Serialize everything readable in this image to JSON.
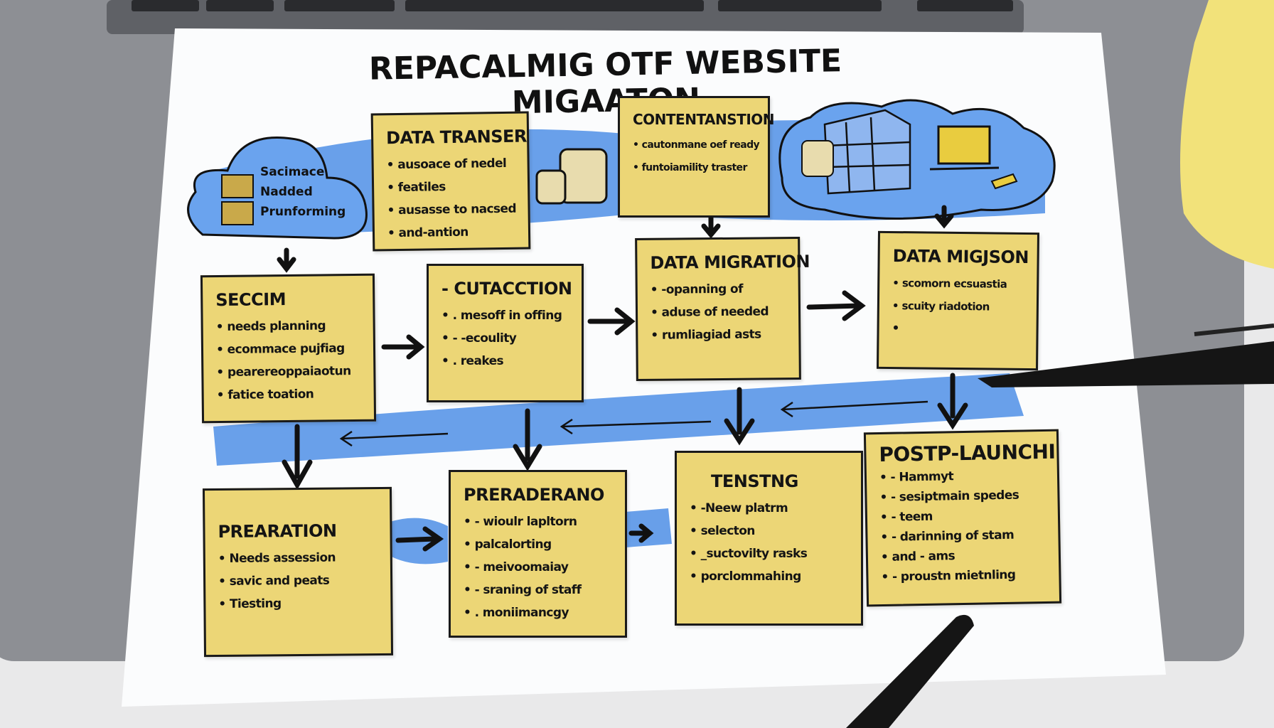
{
  "title": "REPACALMIG OTF WEBSITE MIGAATON",
  "cloud_left": {
    "lines": [
      "Sacimace",
      "Nadded",
      "Prunforming"
    ],
    "icons": [
      "document-icon",
      "document-icon"
    ]
  },
  "notes": {
    "data_transfer": {
      "title": "DATA TRANSER",
      "items": [
        "ausoace of nedel",
        "featiles",
        "ausasse to nacsed",
        "and-antion"
      ]
    },
    "content_transition": {
      "title": "CONTENTANSTION",
      "items": [
        "cautonmane oef ready",
        "funtoiamility traster"
      ]
    },
    "seccim": {
      "title": "SECCIM",
      "items": [
        "needs planning",
        "ecommace pujfiag",
        "pearereoppaiaotun",
        "fatice toation"
      ]
    },
    "cutacction": {
      "title": "- CUTACCTION",
      "items": [
        ". mesoff in offing",
        "- -ecoulity",
        ". reakes"
      ]
    },
    "data_migration": {
      "title": "DATA MIGRATION",
      "items": [
        "-opanning of",
        "aduse of needed",
        "rumliagiad asts"
      ]
    },
    "data_migjson": {
      "title": "DATA MIGJSON",
      "items": [
        "scomorn ecsuastia",
        "scuity riadotion",
        ""
      ]
    },
    "prearation": {
      "title": "PREARATION",
      "items": [
        "Needs assession",
        "savic and peats",
        "Tiesting"
      ]
    },
    "preraderano": {
      "title": "PRERADERANO",
      "items": [
        "- wioulr lapltorn",
        "palcalorting",
        "- meivoomaiay",
        "- sraning   of staff",
        ". moniimancgy"
      ]
    },
    "tensting": {
      "title": "TENSTNG",
      "items": [
        "-Neew platrm",
        "selecton",
        "_suctovilty  rasks",
        "porclommahing"
      ]
    },
    "postp_launch": {
      "title": "POSTP-LAUNCHI",
      "items": [
        "- Hammyt",
        "- sesiptmain spedes",
        "- teem",
        "- darinning of stam",
        "and  - ams",
        "- proustn mietnling"
      ]
    }
  },
  "colors": {
    "note": "#ecd676",
    "band": "#4f8fe6",
    "paper": "#fbfcfd",
    "ink": "#141414",
    "laptop": "#8a8c90"
  }
}
